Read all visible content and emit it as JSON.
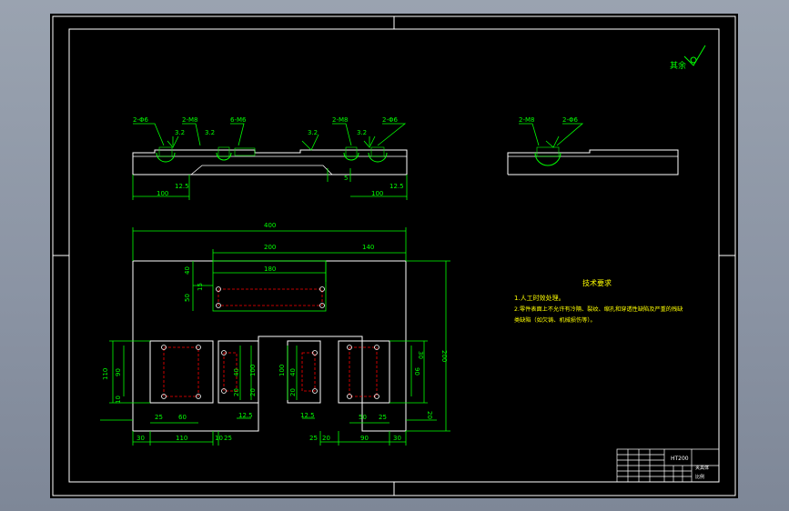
{
  "colors": {
    "background_app": "#8f98a8",
    "canvas": "#000000",
    "frame": "#ffffff",
    "geometry": "#ffffff",
    "dimension": "#00ff00",
    "hidden": "#ff0000",
    "text_yellow": "#ffff00"
  },
  "roughness": {
    "symbol_text": "其余"
  },
  "top_view": {
    "labels": [
      "2-Φ6",
      "2-M8",
      "6-M6",
      "3.2",
      "3.2",
      "3.2",
      "2-M8",
      "3.2",
      "2-Φ6"
    ],
    "bottom_dims": [
      "100",
      "12.5",
      "5",
      "100",
      "12.5"
    ]
  },
  "side_view": {
    "labels": [
      "2-M8",
      "2-Φ6"
    ]
  },
  "plan": {
    "overall": "400",
    "mid_left": "200",
    "mid_right": "140",
    "slot_len": "180",
    "left_dims": [
      "40",
      "15",
      "50"
    ],
    "height_total": "200"
  },
  "pockets": {
    "left_v": [
      "110",
      "90",
      "10"
    ],
    "left_h": [
      "25",
      "60",
      "30",
      "110"
    ],
    "mid_left_v": [
      "40",
      "20",
      "100",
      "20"
    ],
    "mid_left_h": [
      "10",
      "25",
      "12.5"
    ],
    "mid_right_v": [
      "100",
      "40",
      "20"
    ],
    "mid_right_h": [
      "25",
      "20",
      "12.5"
    ],
    "right_v": [
      "30",
      "90",
      "20"
    ],
    "right_h": [
      "50",
      "25",
      "30",
      "90"
    ]
  },
  "notes": {
    "title": "技术要求",
    "line1": "1.人工时效处理。",
    "line2": "2.零件表面上不允许有冷隔、裂纹、缩孔和穿透性缺陷及严重的残缺",
    "line3": "类缺陷（如欠铸、机械损伤等）。"
  },
  "title_block": {
    "part_code": "HT200",
    "text_a": "夹具体",
    "text_b": "比例"
  }
}
